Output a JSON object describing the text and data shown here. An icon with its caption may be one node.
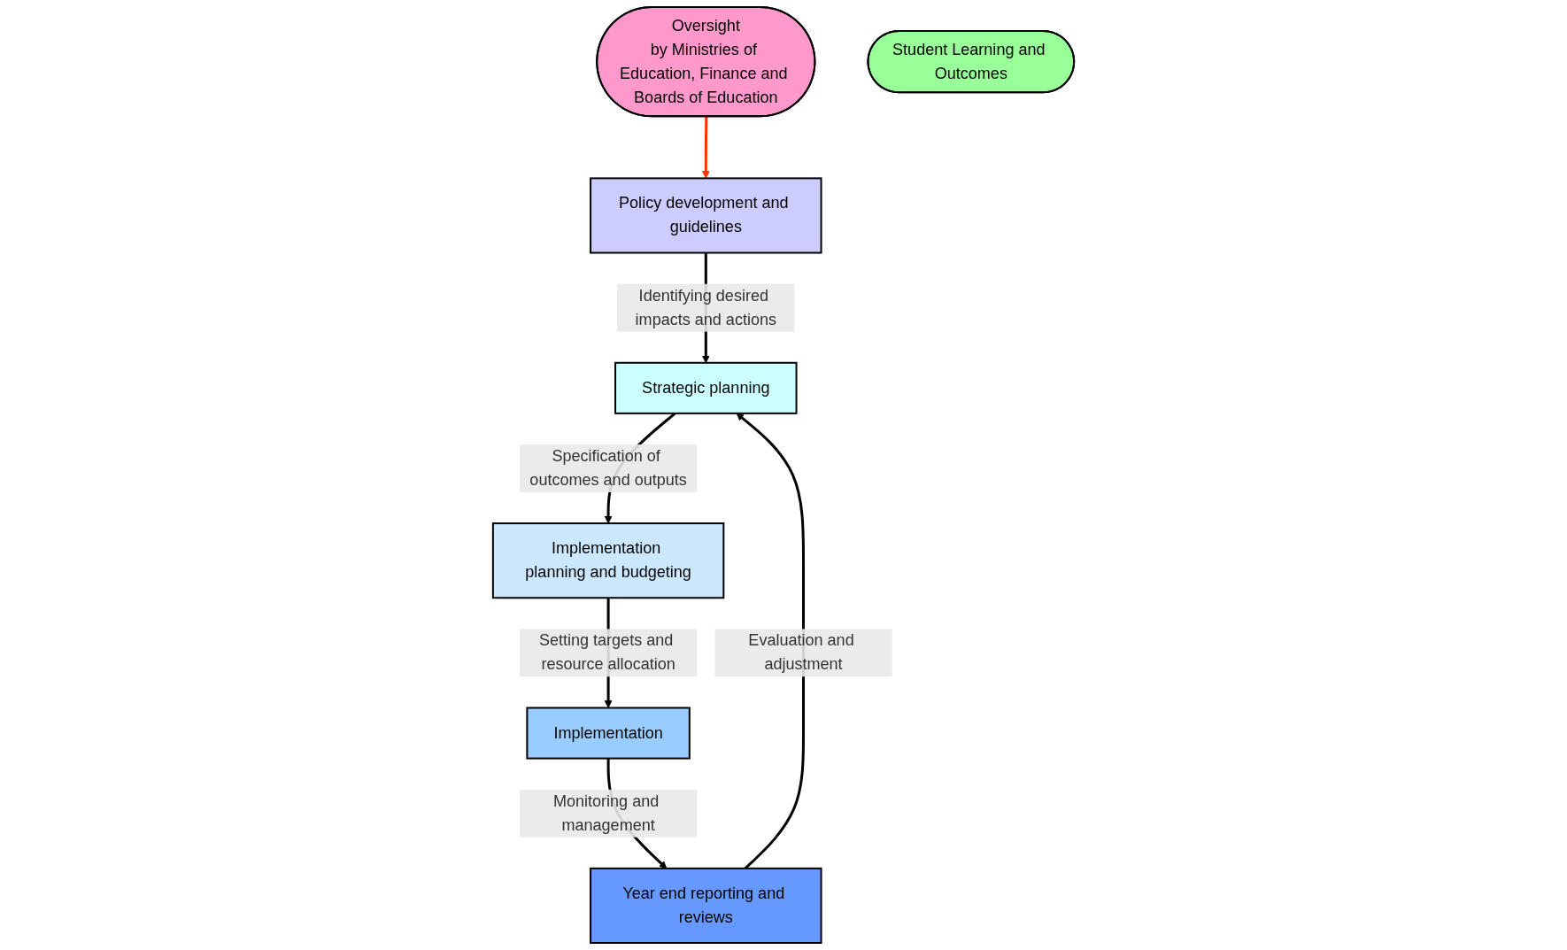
{
  "diagram": {
    "nodes": [
      {
        "text": [
          "Oversight",
          "by Ministries of Education, Finance and Boards of Education"
        ]
      },
      {
        "text": [
          "Policy development and guidelines"
        ]
      },
      {
        "text": [
          "Strategic planning"
        ]
      },
      {
        "text": [
          "Implementation planning and budgeting"
        ]
      },
      {
        "text": [
          "Implementation"
        ]
      },
      {
        "text": [
          "Year end reporting and reviews"
        ]
      },
      {
        "text": [
          "Student Learning and Outcomes"
        ]
      }
    ],
    "edges": [
      {
        "from": 0,
        "to": 1,
        "arrow": "to",
        "color": "#ff3300"
      },
      {
        "from": 1,
        "to": 2,
        "arrow": "to",
        "label": "Identifying desired impacts and actions"
      },
      {
        "from": 2,
        "to": 3,
        "arrow": "to",
        "label": "Specification of outcomes and outputs"
      },
      {
        "from": 3,
        "to": 4,
        "arrow": "to",
        "label": "Setting targets and resource allocation"
      },
      {
        "from": 4,
        "to": 5,
        "arrow": "to",
        "label": "Monitoring and management"
      },
      {
        "from": 5,
        "to": 2,
        "arrow": "to",
        "label": "Evaluation and adjustment"
      }
    ]
  }
}
